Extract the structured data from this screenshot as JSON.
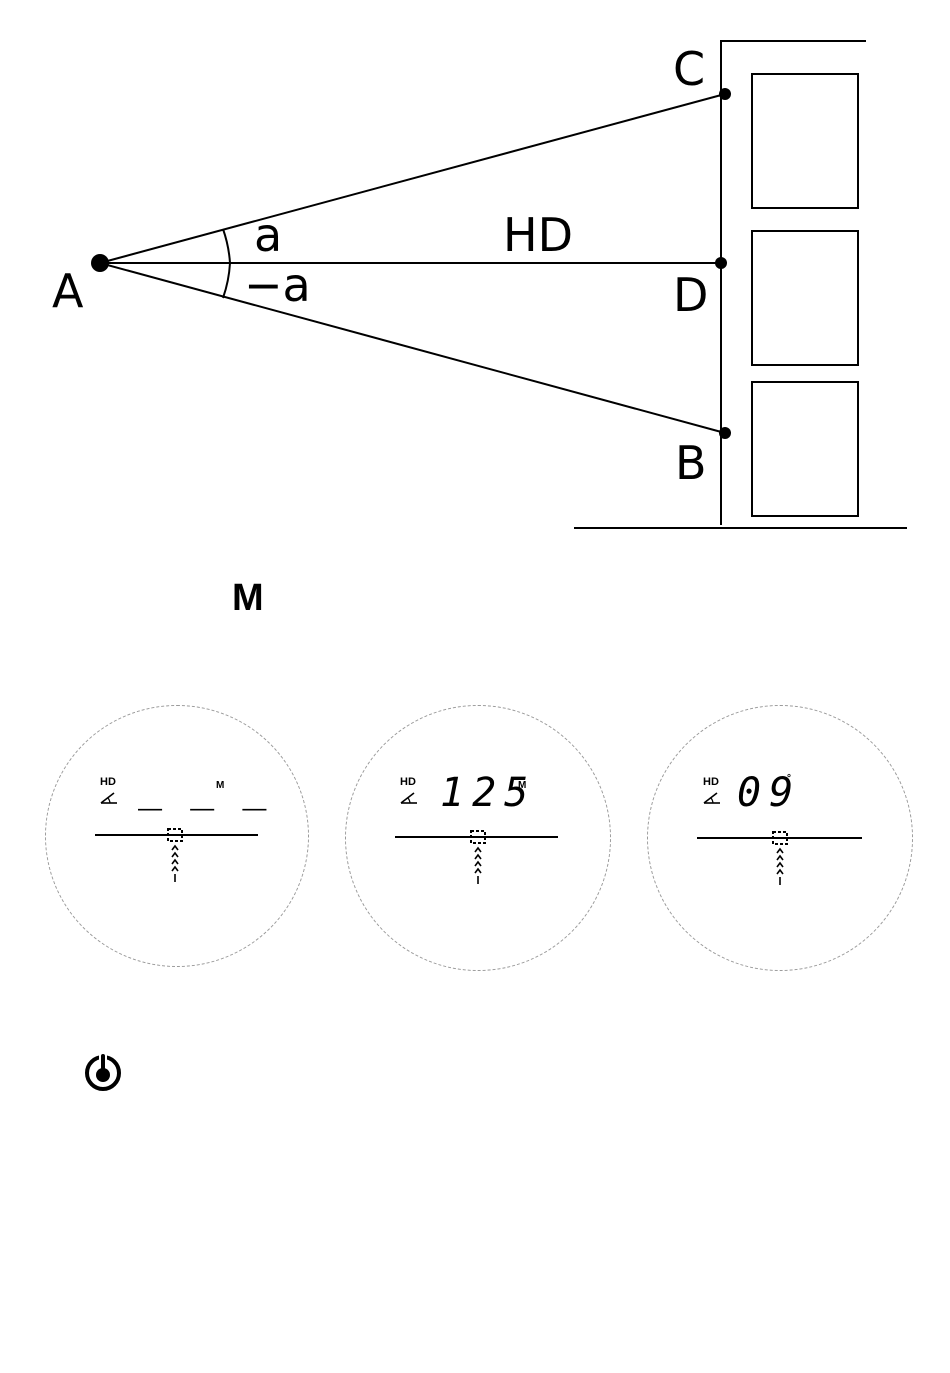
{
  "diagram": {
    "points": {
      "a_label": "A",
      "b_label": "B",
      "c_label": "C",
      "d_label": "D"
    },
    "angle_up_label": "a",
    "angle_down_label": "−a",
    "horizontal_distance_label": "HD"
  },
  "heading": {
    "unit_label": "M"
  },
  "displays": [
    {
      "mode_label": "HD",
      "readout": "_ _ _",
      "unit": "M"
    },
    {
      "mode_label": "HD",
      "readout": "125",
      "unit": "M"
    },
    {
      "mode_label": "HD",
      "readout": "09",
      "unit": "°"
    }
  ],
  "icons": {
    "angle_symbol": "angle-icon",
    "reticle": "reticle-icon",
    "power": "power-icon"
  }
}
